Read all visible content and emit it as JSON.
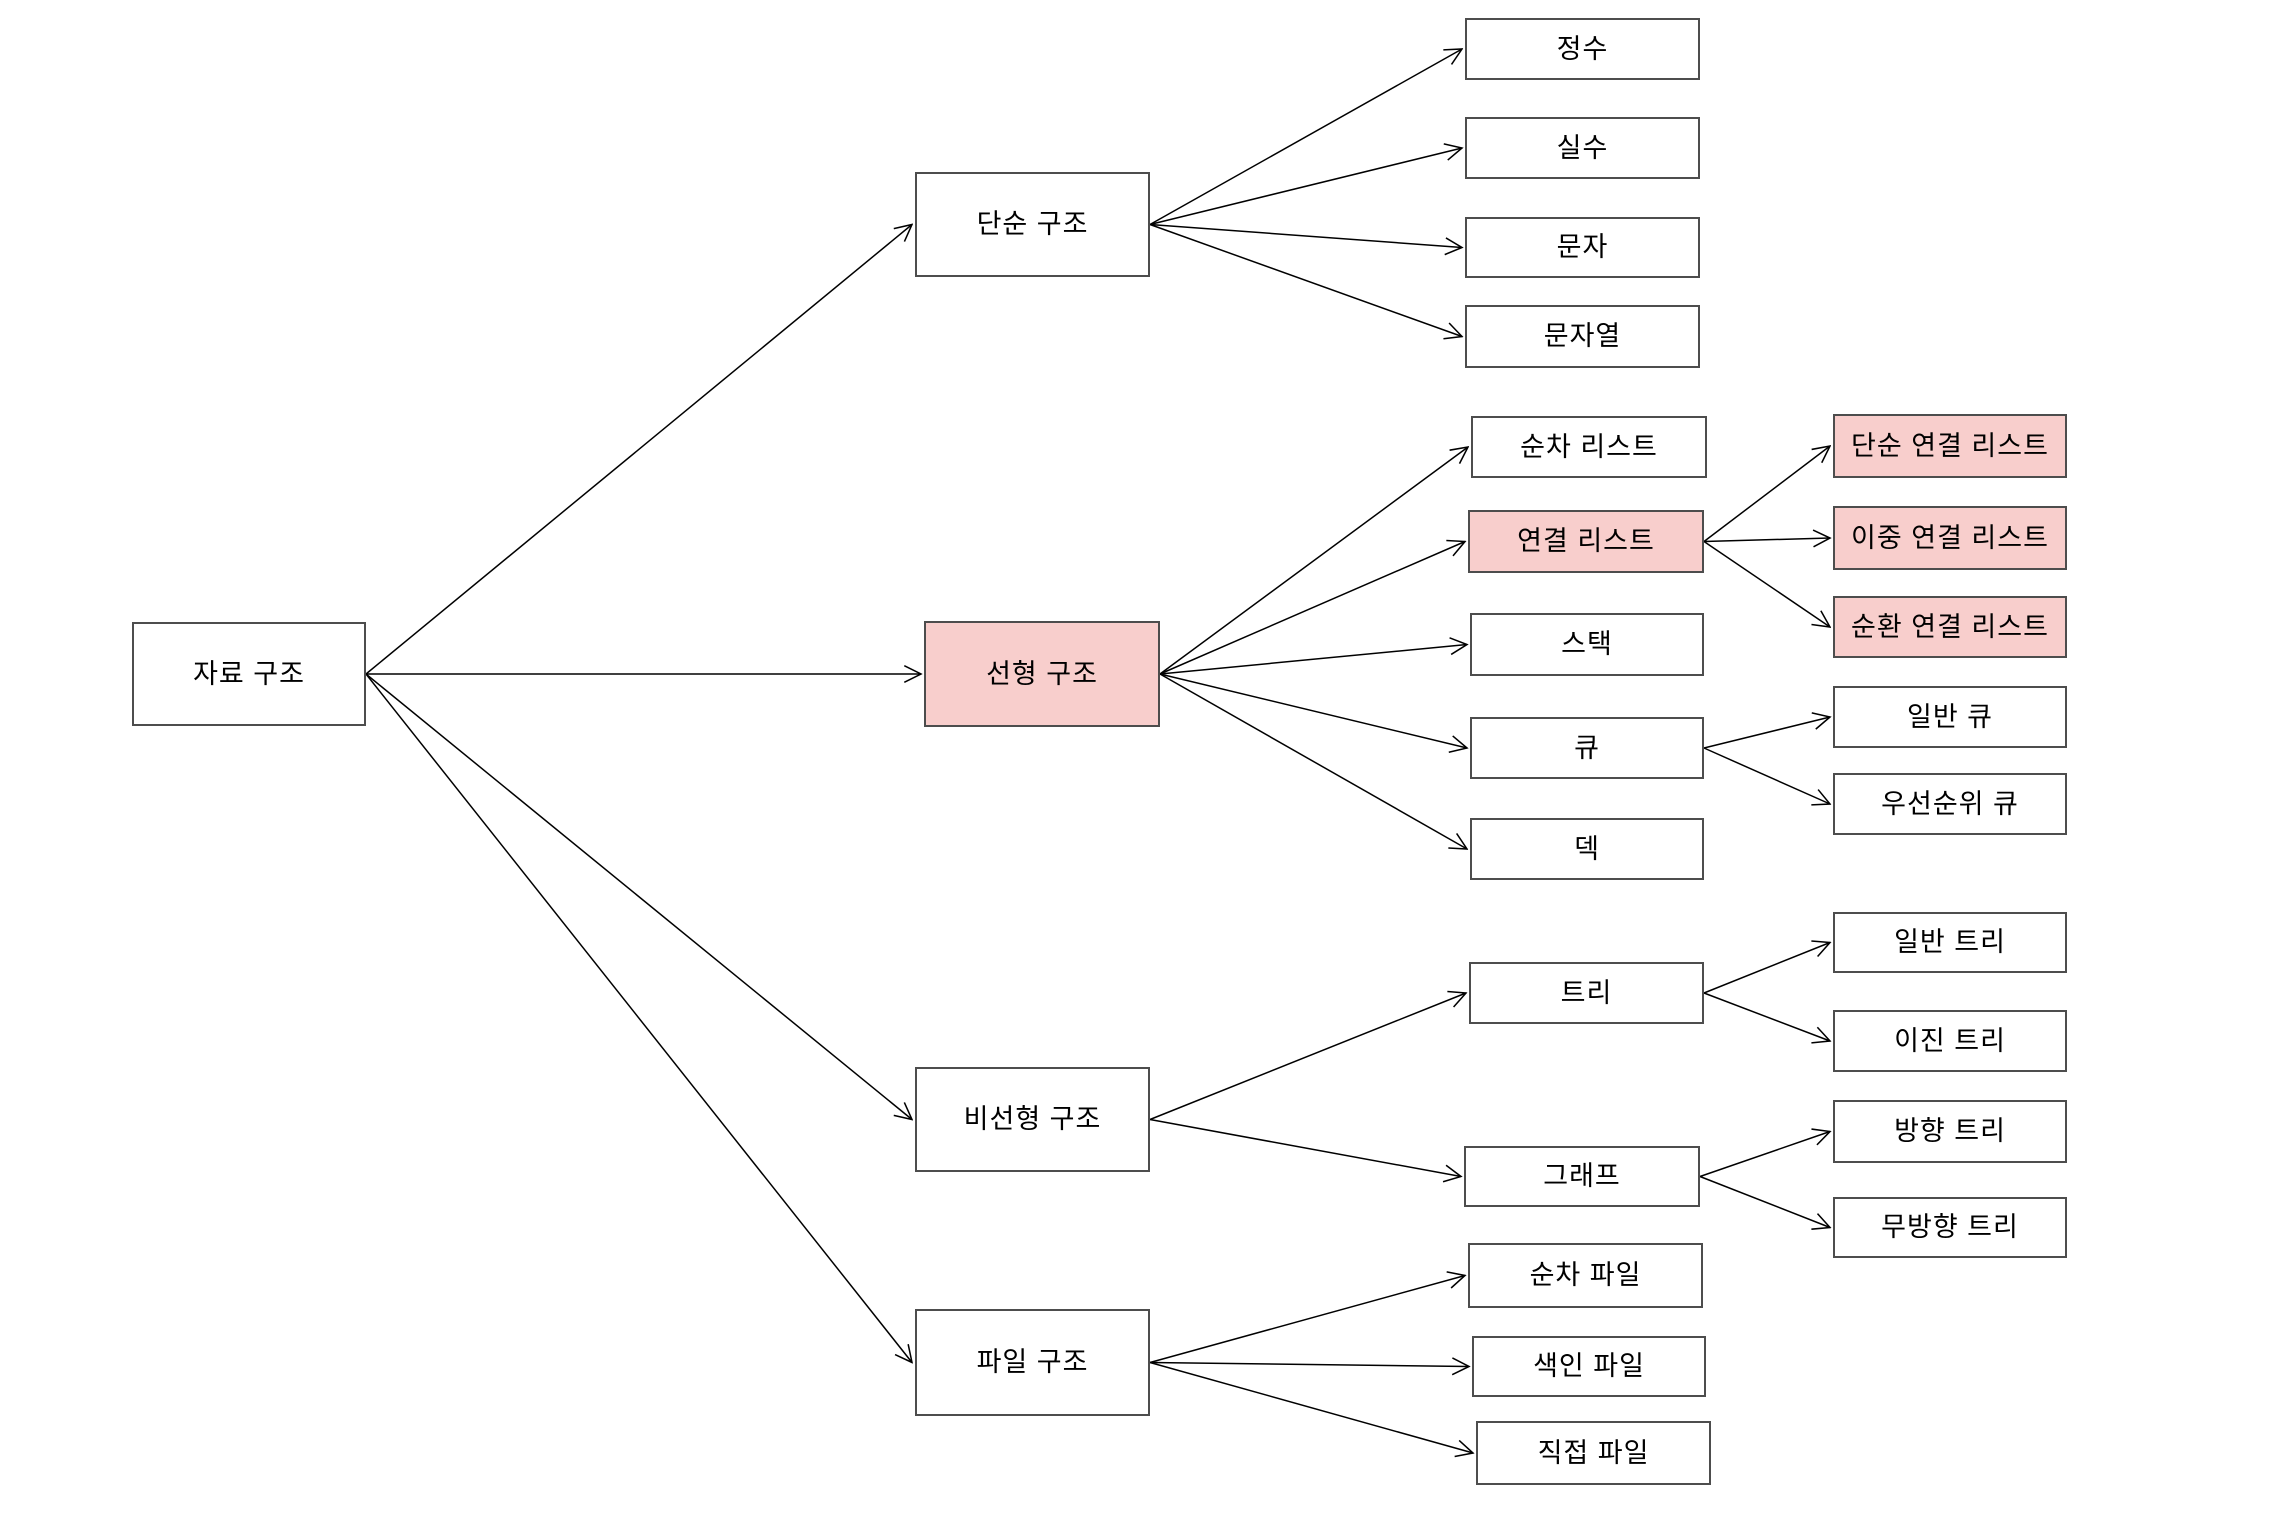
{
  "diagram": {
    "kind": "hierarchy-tree",
    "root_id": "data-structure",
    "language": "ko"
  },
  "colors": {
    "background": "#ffffff",
    "node_fill": "#ffffff",
    "highlight_fill": "#f8cecc",
    "node_border": "#4d4d4d",
    "edge": "#000000",
    "text": "#000000"
  },
  "nodes": [
    {
      "id": "data-structure",
      "label": "자료 구조",
      "highlighted": false
    },
    {
      "id": "simple-structure",
      "label": "단순 구조",
      "highlighted": false
    },
    {
      "id": "integer",
      "label": "정수",
      "highlighted": false
    },
    {
      "id": "real-number",
      "label": "실수",
      "highlighted": false
    },
    {
      "id": "character",
      "label": "문자",
      "highlighted": false
    },
    {
      "id": "string",
      "label": "문자열",
      "highlighted": false
    },
    {
      "id": "linear-structure",
      "label": "선형 구조",
      "highlighted": true
    },
    {
      "id": "sequential-list",
      "label": "순차 리스트",
      "highlighted": false
    },
    {
      "id": "linked-list",
      "label": "연결 리스트",
      "highlighted": true
    },
    {
      "id": "singly-linked-list",
      "label": "단순 연결 리스트",
      "highlighted": true
    },
    {
      "id": "doubly-linked-list",
      "label": "이중 연결 리스트",
      "highlighted": true
    },
    {
      "id": "circular-linked-list",
      "label": "순환 연결 리스트",
      "highlighted": true
    },
    {
      "id": "stack",
      "label": "스택",
      "highlighted": false
    },
    {
      "id": "queue",
      "label": "큐",
      "highlighted": false
    },
    {
      "id": "general-queue",
      "label": "일반 큐",
      "highlighted": false
    },
    {
      "id": "priority-queue",
      "label": "우선순위 큐",
      "highlighted": false
    },
    {
      "id": "deque",
      "label": "덱",
      "highlighted": false
    },
    {
      "id": "nonlinear-structure",
      "label": "비선형 구조",
      "highlighted": false
    },
    {
      "id": "tree",
      "label": "트리",
      "highlighted": false
    },
    {
      "id": "general-tree",
      "label": "일반 트리",
      "highlighted": false
    },
    {
      "id": "binary-tree",
      "label": "이진 트리",
      "highlighted": false
    },
    {
      "id": "graph",
      "label": "그래프",
      "highlighted": false
    },
    {
      "id": "directed-tree",
      "label": "방향 트리",
      "highlighted": false
    },
    {
      "id": "undirected-tree",
      "label": "무방향 트리",
      "highlighted": false
    },
    {
      "id": "file-structure",
      "label": "파일 구조",
      "highlighted": false
    },
    {
      "id": "sequential-file",
      "label": "순차 파일",
      "highlighted": false
    },
    {
      "id": "index-file",
      "label": "색인 파일",
      "highlighted": false
    },
    {
      "id": "direct-file",
      "label": "직접 파일",
      "highlighted": false
    }
  ],
  "edges": [
    {
      "from": "data-structure",
      "to": "simple-structure"
    },
    {
      "from": "data-structure",
      "to": "linear-structure"
    },
    {
      "from": "data-structure",
      "to": "nonlinear-structure"
    },
    {
      "from": "data-structure",
      "to": "file-structure"
    },
    {
      "from": "simple-structure",
      "to": "integer"
    },
    {
      "from": "simple-structure",
      "to": "real-number"
    },
    {
      "from": "simple-structure",
      "to": "character"
    },
    {
      "from": "simple-structure",
      "to": "string"
    },
    {
      "from": "linear-structure",
      "to": "sequential-list"
    },
    {
      "from": "linear-structure",
      "to": "linked-list"
    },
    {
      "from": "linear-structure",
      "to": "stack"
    },
    {
      "from": "linear-structure",
      "to": "queue"
    },
    {
      "from": "linear-structure",
      "to": "deque"
    },
    {
      "from": "linked-list",
      "to": "singly-linked-list"
    },
    {
      "from": "linked-list",
      "to": "doubly-linked-list"
    },
    {
      "from": "linked-list",
      "to": "circular-linked-list"
    },
    {
      "from": "queue",
      "to": "general-queue"
    },
    {
      "from": "queue",
      "to": "priority-queue"
    },
    {
      "from": "nonlinear-structure",
      "to": "tree"
    },
    {
      "from": "nonlinear-structure",
      "to": "graph"
    },
    {
      "from": "tree",
      "to": "general-tree"
    },
    {
      "from": "tree",
      "to": "binary-tree"
    },
    {
      "from": "graph",
      "to": "directed-tree"
    },
    {
      "from": "graph",
      "to": "undirected-tree"
    },
    {
      "from": "file-structure",
      "to": "sequential-file"
    },
    {
      "from": "file-structure",
      "to": "index-file"
    },
    {
      "from": "file-structure",
      "to": "direct-file"
    }
  ]
}
